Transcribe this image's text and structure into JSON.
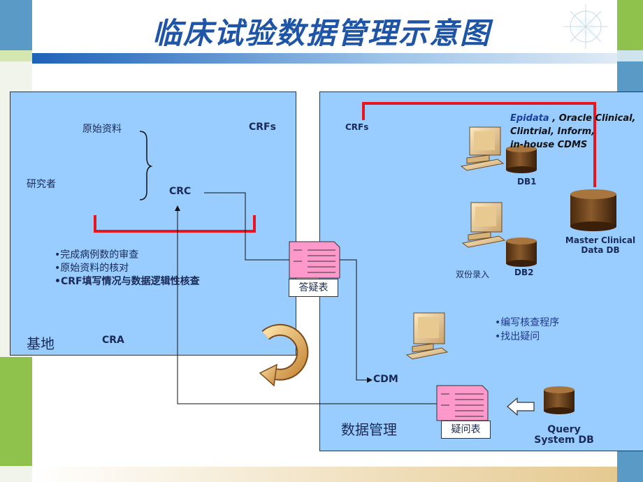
{
  "title": "临床试验数据管理示意图",
  "site": {
    "source_docs": "原始资料",
    "crfs": "CRFs",
    "investigator": "研究者",
    "crc": "CRC",
    "tasks": [
      "•完成病例数的审查",
      "•原始资料的核对",
      "•CRF填写情况与数据逻辑性核查"
    ],
    "name": "基地",
    "cra": "CRA"
  },
  "dm": {
    "crfs": "CRFs",
    "systems_line1_blue": "Epidata",
    "systems_line1_rest": " , Oracle Clinical,",
    "systems_line2": "Clintrial, Inform,",
    "systems_line3": "in-house CDMS",
    "db1": "DB1",
    "db2": "DB2",
    "double_entry": "双份录入",
    "master_db": "Master Clinical Data DB",
    "tasks": [
      "•编写核查程序",
      "•找出疑问"
    ],
    "cdm": "CDM",
    "name": "数据管理",
    "query_db": "Query System DB"
  },
  "forms": {
    "answer": "答疑表",
    "query": "疑问表"
  },
  "colors": {
    "title": "#1f55a6",
    "panel_fill": "#99ccff",
    "bracket_red": "#e8141e",
    "doc_pink": "#ff99cc",
    "db_brown": "#7a4a1c"
  }
}
